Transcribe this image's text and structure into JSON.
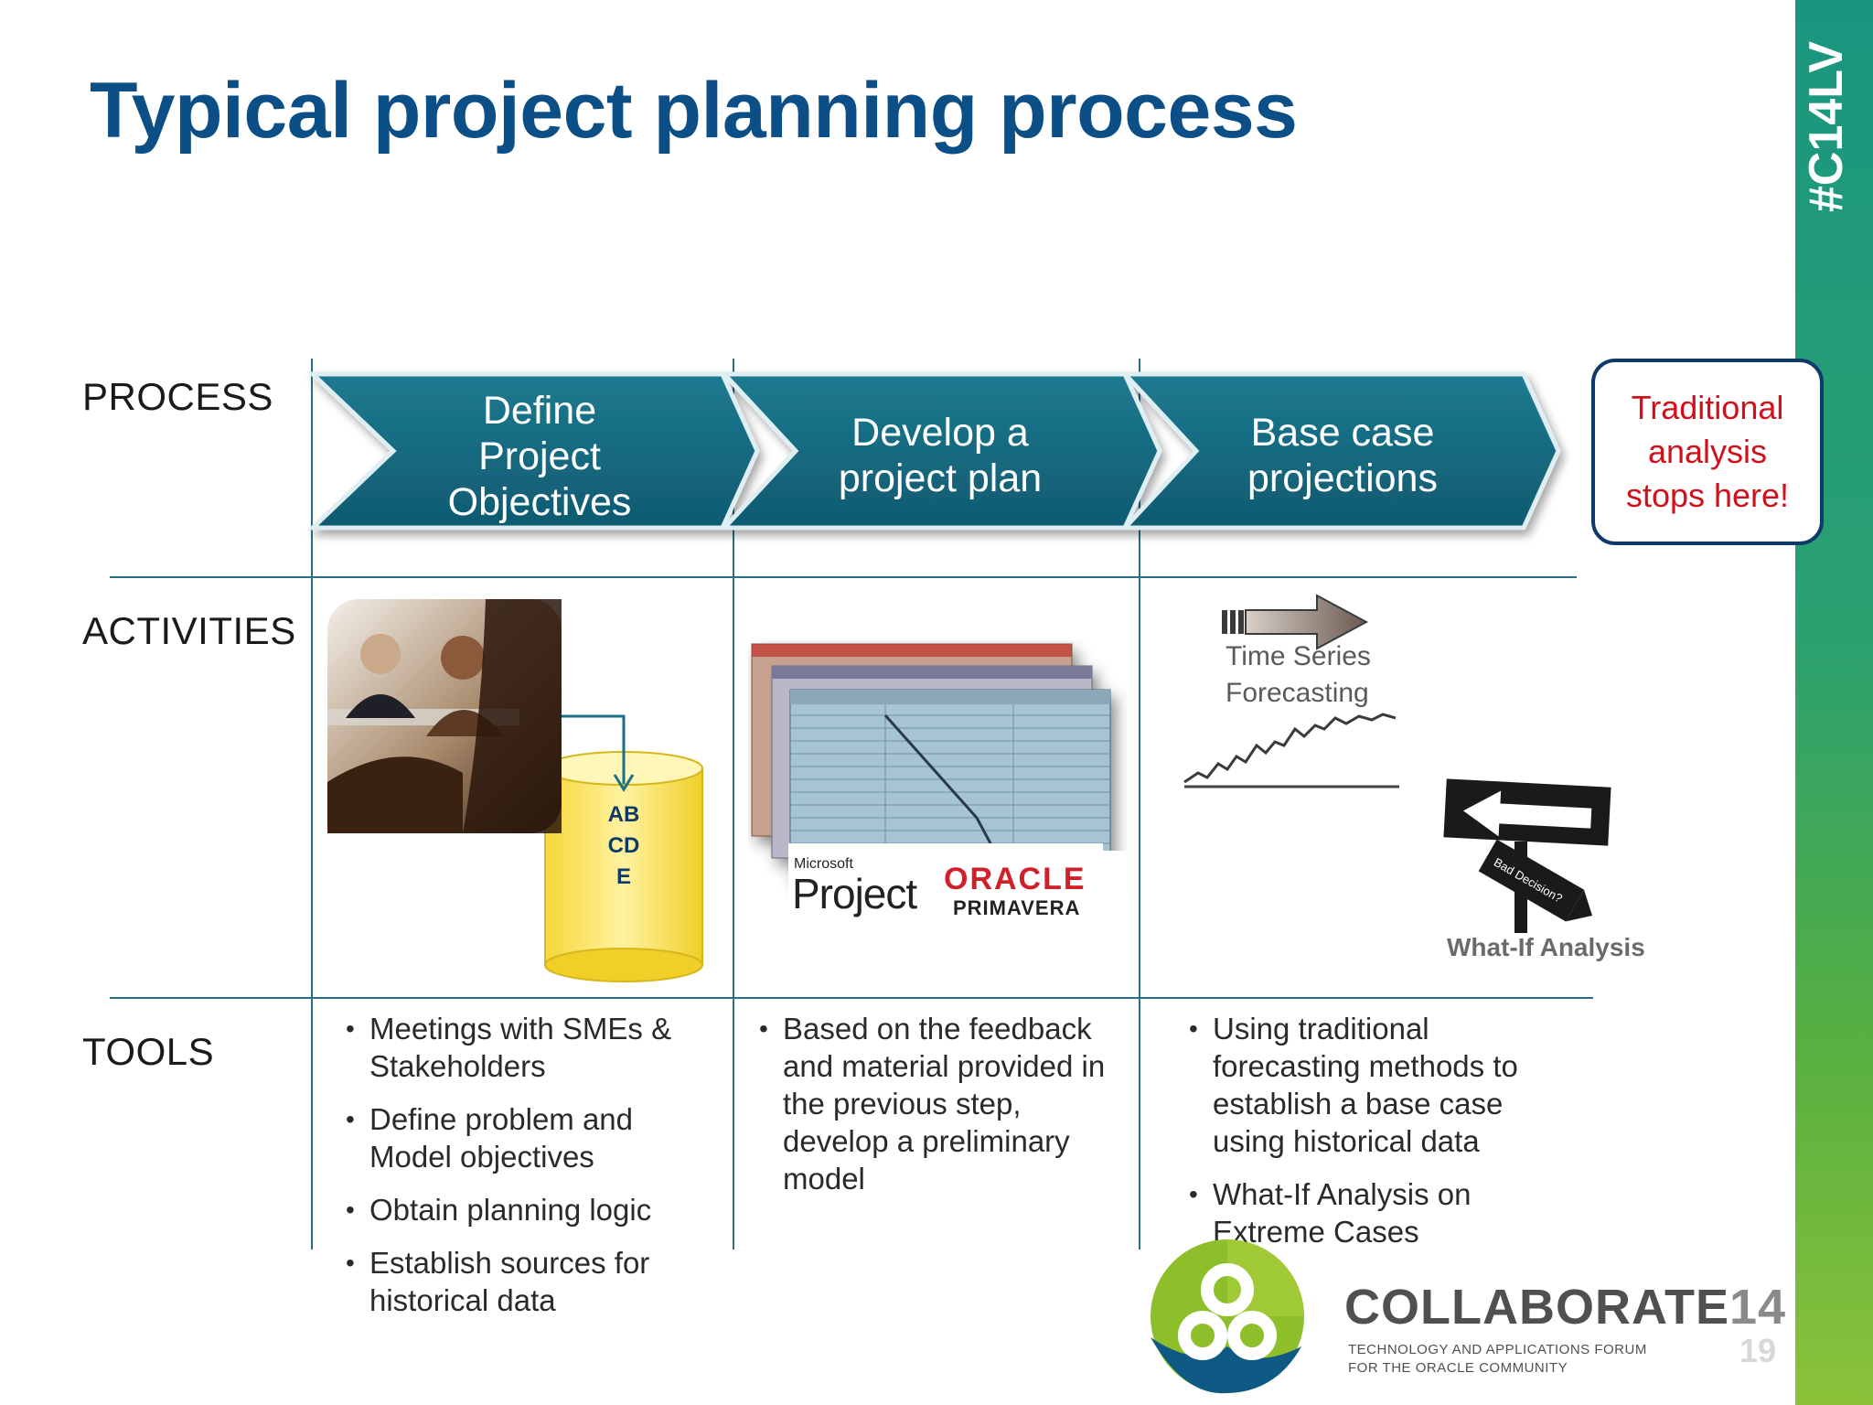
{
  "slide": {
    "title": "Typical project planning process",
    "hashtag": "#C14LV",
    "page_number": "19"
  },
  "rows": {
    "process": "PROCESS",
    "activities": "ACTIVITIES",
    "tools": "TOOLS"
  },
  "process_steps": [
    {
      "lines": [
        "Define",
        "Project",
        "Objectives"
      ]
    },
    {
      "lines": [
        "Develop a",
        "project plan"
      ]
    },
    {
      "lines": [
        "Base case",
        "projections"
      ]
    }
  ],
  "callout": {
    "lines": [
      "Traditional",
      "analysis",
      "stops here!"
    ]
  },
  "activities": {
    "database_letters": [
      "AB",
      "CD",
      "E"
    ],
    "software_logos": {
      "microsoft": "Microsoft",
      "project": "Project",
      "oracle": "ORACLE",
      "primavera": "PRIMAVERA"
    },
    "time_series": [
      "Time Series",
      "Forecasting"
    ],
    "what_if": "What-If Analysis",
    "sign_text": "Bad Decision?"
  },
  "tools": [
    {
      "items": [
        "Meetings with SMEs & Stakeholders",
        "Define problem and Model objectives",
        "Obtain planning logic",
        "Establish sources for historical data"
      ]
    },
    {
      "items": [
        "Based on the feedback and material provided in the previous step, develop a preliminary model"
      ]
    },
    {
      "items": [
        "Using traditional forecasting methods to establish a base case using historical data",
        "What-If Analysis on Extreme Cases"
      ]
    }
  ],
  "footer": {
    "brand": "COLLABORATE",
    "brand_year": "14",
    "subtitle_line1": "TECHNOLOGY AND APPLICATIONS FORUM",
    "subtitle_line2": "FOR THE ORACLE COMMUNITY"
  },
  "colors": {
    "title": "#0b4f86",
    "chevron": "#15687e",
    "grid_line": "#2b6e86",
    "callout_text": "#d0101a",
    "callout_border": "#0e3a6a"
  }
}
